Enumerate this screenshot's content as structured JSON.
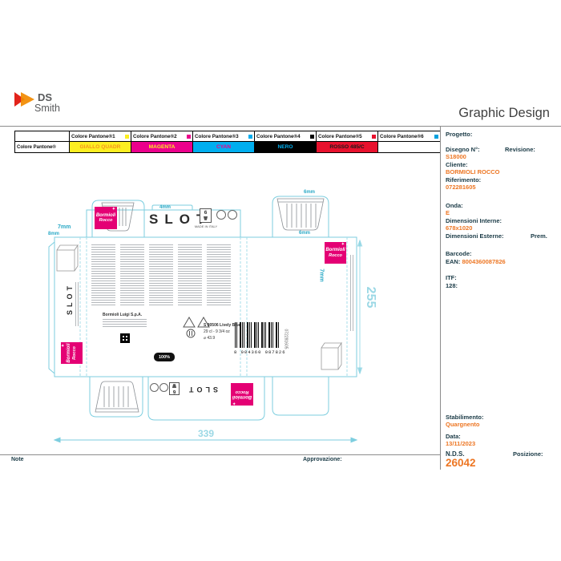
{
  "header": {
    "brand_top": "DS",
    "brand_bottom": "Smith",
    "title": "Graphic Design"
  },
  "pantone": {
    "row_label": "Colore Pantone®",
    "columns": [
      {
        "header": "Colore Pantone®1",
        "value": "GIALLO QUADR",
        "bg": "#fcee21",
        "fg": "#f7941d",
        "swatch": "#fcee21"
      },
      {
        "header": "Colore Pantone®2",
        "value": "MAGENTA",
        "bg": "#ec008c",
        "fg": "#fcee21",
        "swatch": "#ec008c"
      },
      {
        "header": "Colore Pantone®3",
        "value": "CYAN",
        "bg": "#00aeef",
        "fg": "#ec008c",
        "swatch": "#00aeef"
      },
      {
        "header": "Colore Pantone®4",
        "value": "NERO",
        "bg": "#000000",
        "fg": "#00aeef",
        "swatch": "#000000"
      },
      {
        "header": "Colore Pantone®5",
        "value": "ROSSO 485/C",
        "bg": "#e8112d",
        "fg": "#1a1a1a",
        "swatch": "#e8112d"
      },
      {
        "header": "Colore Pantone®6",
        "value": "",
        "bg": "#ffffff",
        "fg": "#000000",
        "swatch": "#00a0dd"
      }
    ]
  },
  "dieline": {
    "slot": "SLOT",
    "logo_line1": "Bormioli",
    "logo_line2": "Rocco",
    "logo_star": "✦",
    "capacity_number": "6",
    "made_in_italy": "MADE IN ITALY",
    "manufacturer": "Bormioli Luigi S.p.A.",
    "product_code": "S 80506 Lively Blue",
    "capacity_text": "29 cl - 9 3/4 oz",
    "diameter_text": "⌀ 43.9",
    "barcode_digits": "8 004360 087826",
    "side_code": "072281605",
    "stamp_text": "100%",
    "dimensions": {
      "width_mm": "339",
      "height_mm": "255",
      "d4": "4mm",
      "d6_top": "6mm",
      "d6_bottom": "6mm",
      "d7_left": "7mm",
      "d8_left": "8mm",
      "d7_right": "7mm"
    }
  },
  "sidebar": {
    "progetto_label": "Progetto:",
    "disegno_label": "Disegno N°:",
    "disegno_value": "S18000",
    "revisione_label": "Revisione:",
    "cliente_label": "Cliente:",
    "cliente_value": "BORMIOLI ROCCO",
    "riferimento_label": "Riferimento:",
    "riferimento_value": "072281605",
    "onda_label": "Onda:",
    "onda_value": "E",
    "dim_interne_label": "Dimensioni Interne:",
    "dim_interne_value": "678x1020",
    "dim_esterne_label": "Dimensioni Esterne:",
    "dim_esterne_value": "Prem.",
    "barcode_label": "Barcode:",
    "ean_label": "EAN:",
    "ean_value": "8004360087826",
    "itf_label": "ITF:",
    "itf_value": "128:",
    "stabilimento_label": "Stabilimento:",
    "stabilimento_value": "Quargnento",
    "data_label": "Data:",
    "data_value": "13/11/2023",
    "nds_label": "N.D.S.",
    "nds_value": "26042",
    "posizione_label": "Posizione:"
  },
  "footer": {
    "note_label": "Note",
    "approvazione_label": "Approvazione:"
  }
}
